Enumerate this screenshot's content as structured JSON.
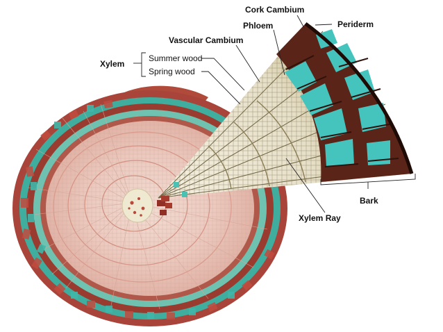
{
  "labels": {
    "xylem": "Xylem",
    "summer_wood": "Summer wood",
    "spring_wood": "Spring wood",
    "vascular_cambium": "Vascular Cambium",
    "phloem": "Phloem",
    "cork_cambium": "Cork Cambium",
    "periderm": "Periderm",
    "bark": "Bark",
    "xylem_ray": "Xylem Ray"
  },
  "colors": {
    "background": "#ffffff",
    "outer_ring_red": "#a8443a",
    "outer_ring_teal": "#4bb6a6",
    "wood_pink": "#ecc6bc",
    "pith_cream": "#efe9d2",
    "bark_dark": "#5a2418",
    "phloem_teal": "#45c3bd",
    "wedge_wood": "#e9e3cc"
  }
}
